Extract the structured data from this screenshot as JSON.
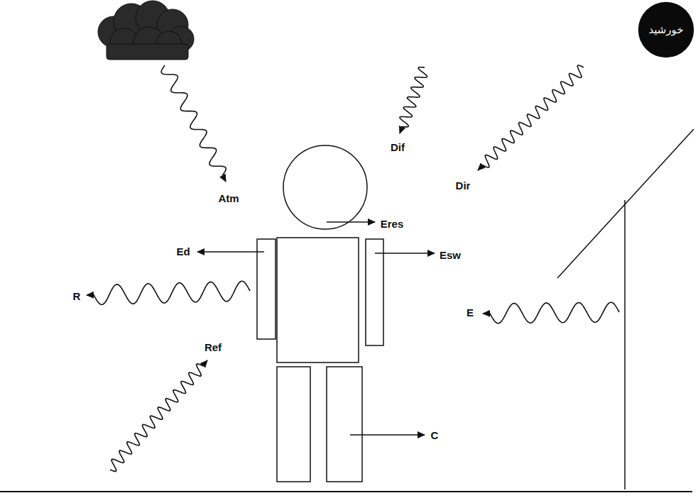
{
  "diagram": {
    "nodes": [
      {
        "text": [
          "خورشید"
        ]
      }
    ],
    "labels": [
      "Atm",
      "Dif",
      "Dir",
      "Eres",
      "Ed",
      "Esw",
      "R",
      "Ref",
      "E",
      "C"
    ]
  }
}
